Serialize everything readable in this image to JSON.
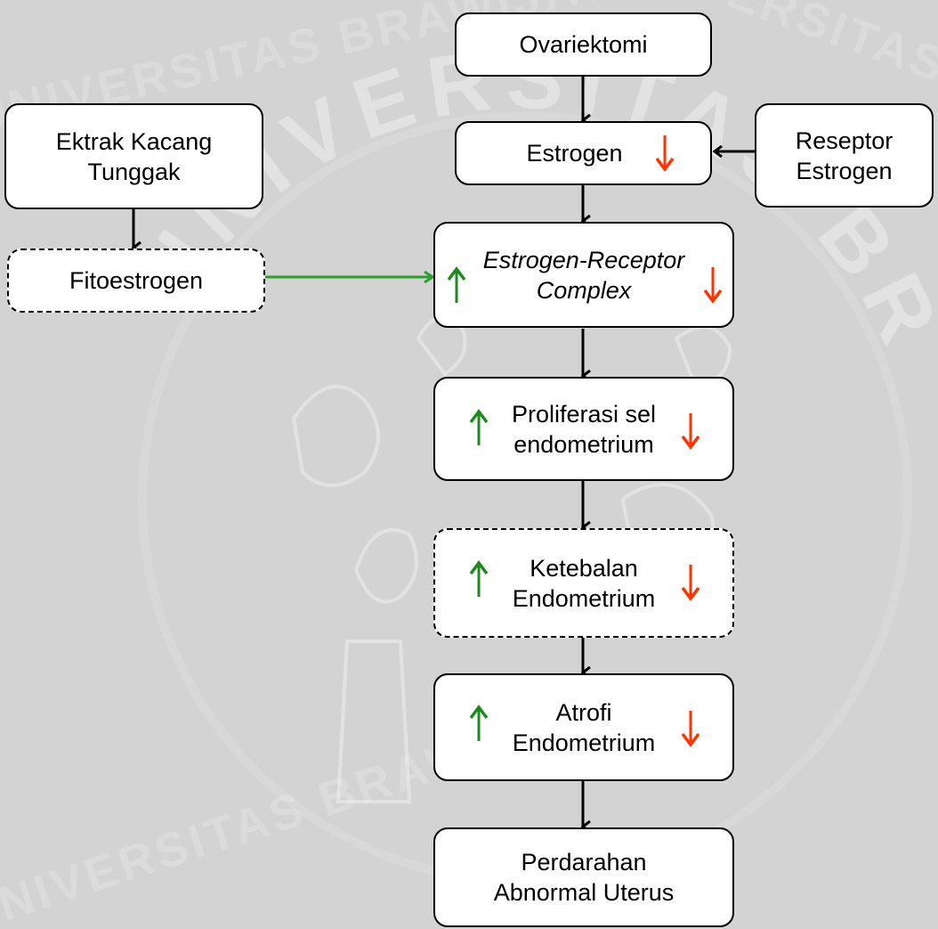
{
  "watermark": {
    "arc_text": "UNIVERSITAS BRAWIJAYA",
    "corner_text": "UNIVERSITAS BRAWIJAYA"
  },
  "nodes": {
    "ovariektomi": {
      "label": "Ovariektomi"
    },
    "estrogen": {
      "label": "Estrogen",
      "indicator": "down"
    },
    "reseptor": {
      "label": "Reseptor Estrogen"
    },
    "ektrak": {
      "label": "Ektrak Kacang Tunggak"
    },
    "fitoestrogen": {
      "label": "Fitoestrogen"
    },
    "complex": {
      "label": "Estrogen-Receptor Complex",
      "indicators": [
        "up",
        "down"
      ]
    },
    "proliferasi": {
      "label": "Proliferasi sel endometrium",
      "indicators": [
        "up",
        "down"
      ]
    },
    "ketebalan": {
      "label": "Ketebalan Endometrium",
      "indicators": [
        "up",
        "down"
      ]
    },
    "atrofi": {
      "label": "Atrofi Endometrium",
      "indicators": [
        "up",
        "down"
      ]
    },
    "perdarahan": {
      "label": "Perdarahan Abnormal Uterus"
    }
  },
  "colors": {
    "up_indicator": "#1e8a1e",
    "down_indicator": "#ff3300",
    "fitoestrogen_link": "#2e9c2e",
    "box_border": "#000000",
    "background": "#d3d3d3"
  }
}
